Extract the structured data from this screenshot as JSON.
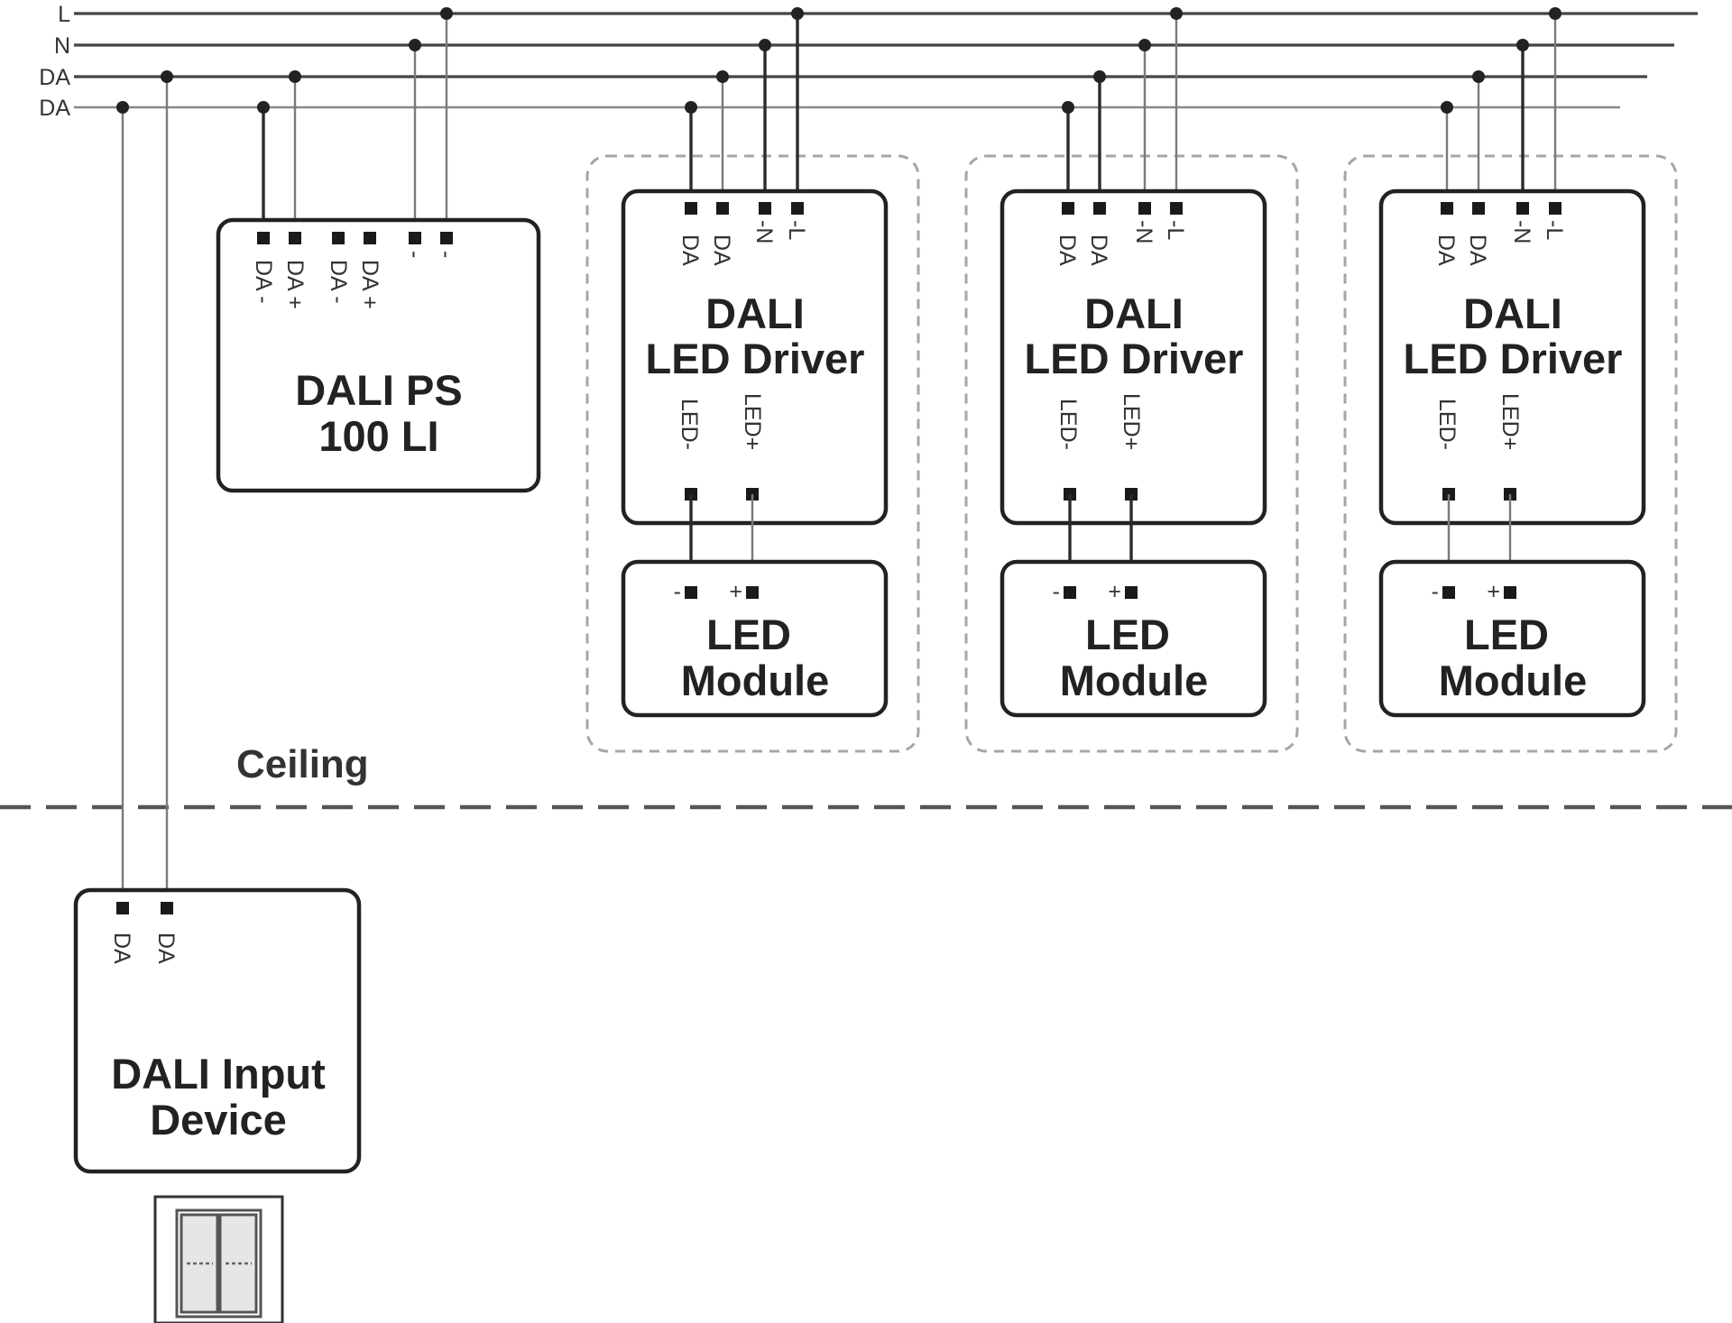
{
  "bus_labels": {
    "l": "L",
    "n": "N",
    "da1": "DA",
    "da2": "DA"
  },
  "power_supply": {
    "title_line1": "DALI PS",
    "title_line2": "100 LI",
    "terminals": [
      "DA -",
      "DA +",
      "DA -",
      "DA +",
      "-",
      "-"
    ]
  },
  "drivers": [
    {
      "title_line1": "DALI",
      "title_line2": "LED Driver",
      "inputs": [
        "DA",
        "DA",
        "-N",
        "-L"
      ],
      "outputs": [
        "LED-",
        "LED+"
      ]
    },
    {
      "title_line1": "DALI",
      "title_line2": "LED Driver",
      "inputs": [
        "DA",
        "DA",
        "-N",
        "-L"
      ],
      "outputs": [
        "LED-",
        "LED+"
      ]
    },
    {
      "title_line1": "DALI",
      "title_line2": "LED Driver",
      "inputs": [
        "DA",
        "DA",
        "-N",
        "-L"
      ],
      "outputs": [
        "LED-",
        "LED+"
      ]
    }
  ],
  "modules": [
    {
      "title_line1": "LED",
      "title_line2": "Module",
      "terminals": [
        "-",
        "+"
      ]
    },
    {
      "title_line1": "LED",
      "title_line2": "Module",
      "terminals": [
        "-",
        "+"
      ]
    },
    {
      "title_line1": "LED",
      "title_line2": "Module",
      "terminals": [
        "-",
        "+"
      ]
    }
  ],
  "ceiling_label": "Ceiling",
  "input_device": {
    "title_line1": "DALI Input",
    "title_line2": "Device",
    "terminals": [
      "DA",
      "DA"
    ]
  },
  "wall_switch_icon": "double-rocker-switch-icon",
  "colors": {
    "line": "#222222",
    "dashed_group": "#a6a6a6",
    "ceiling": "#555555"
  }
}
